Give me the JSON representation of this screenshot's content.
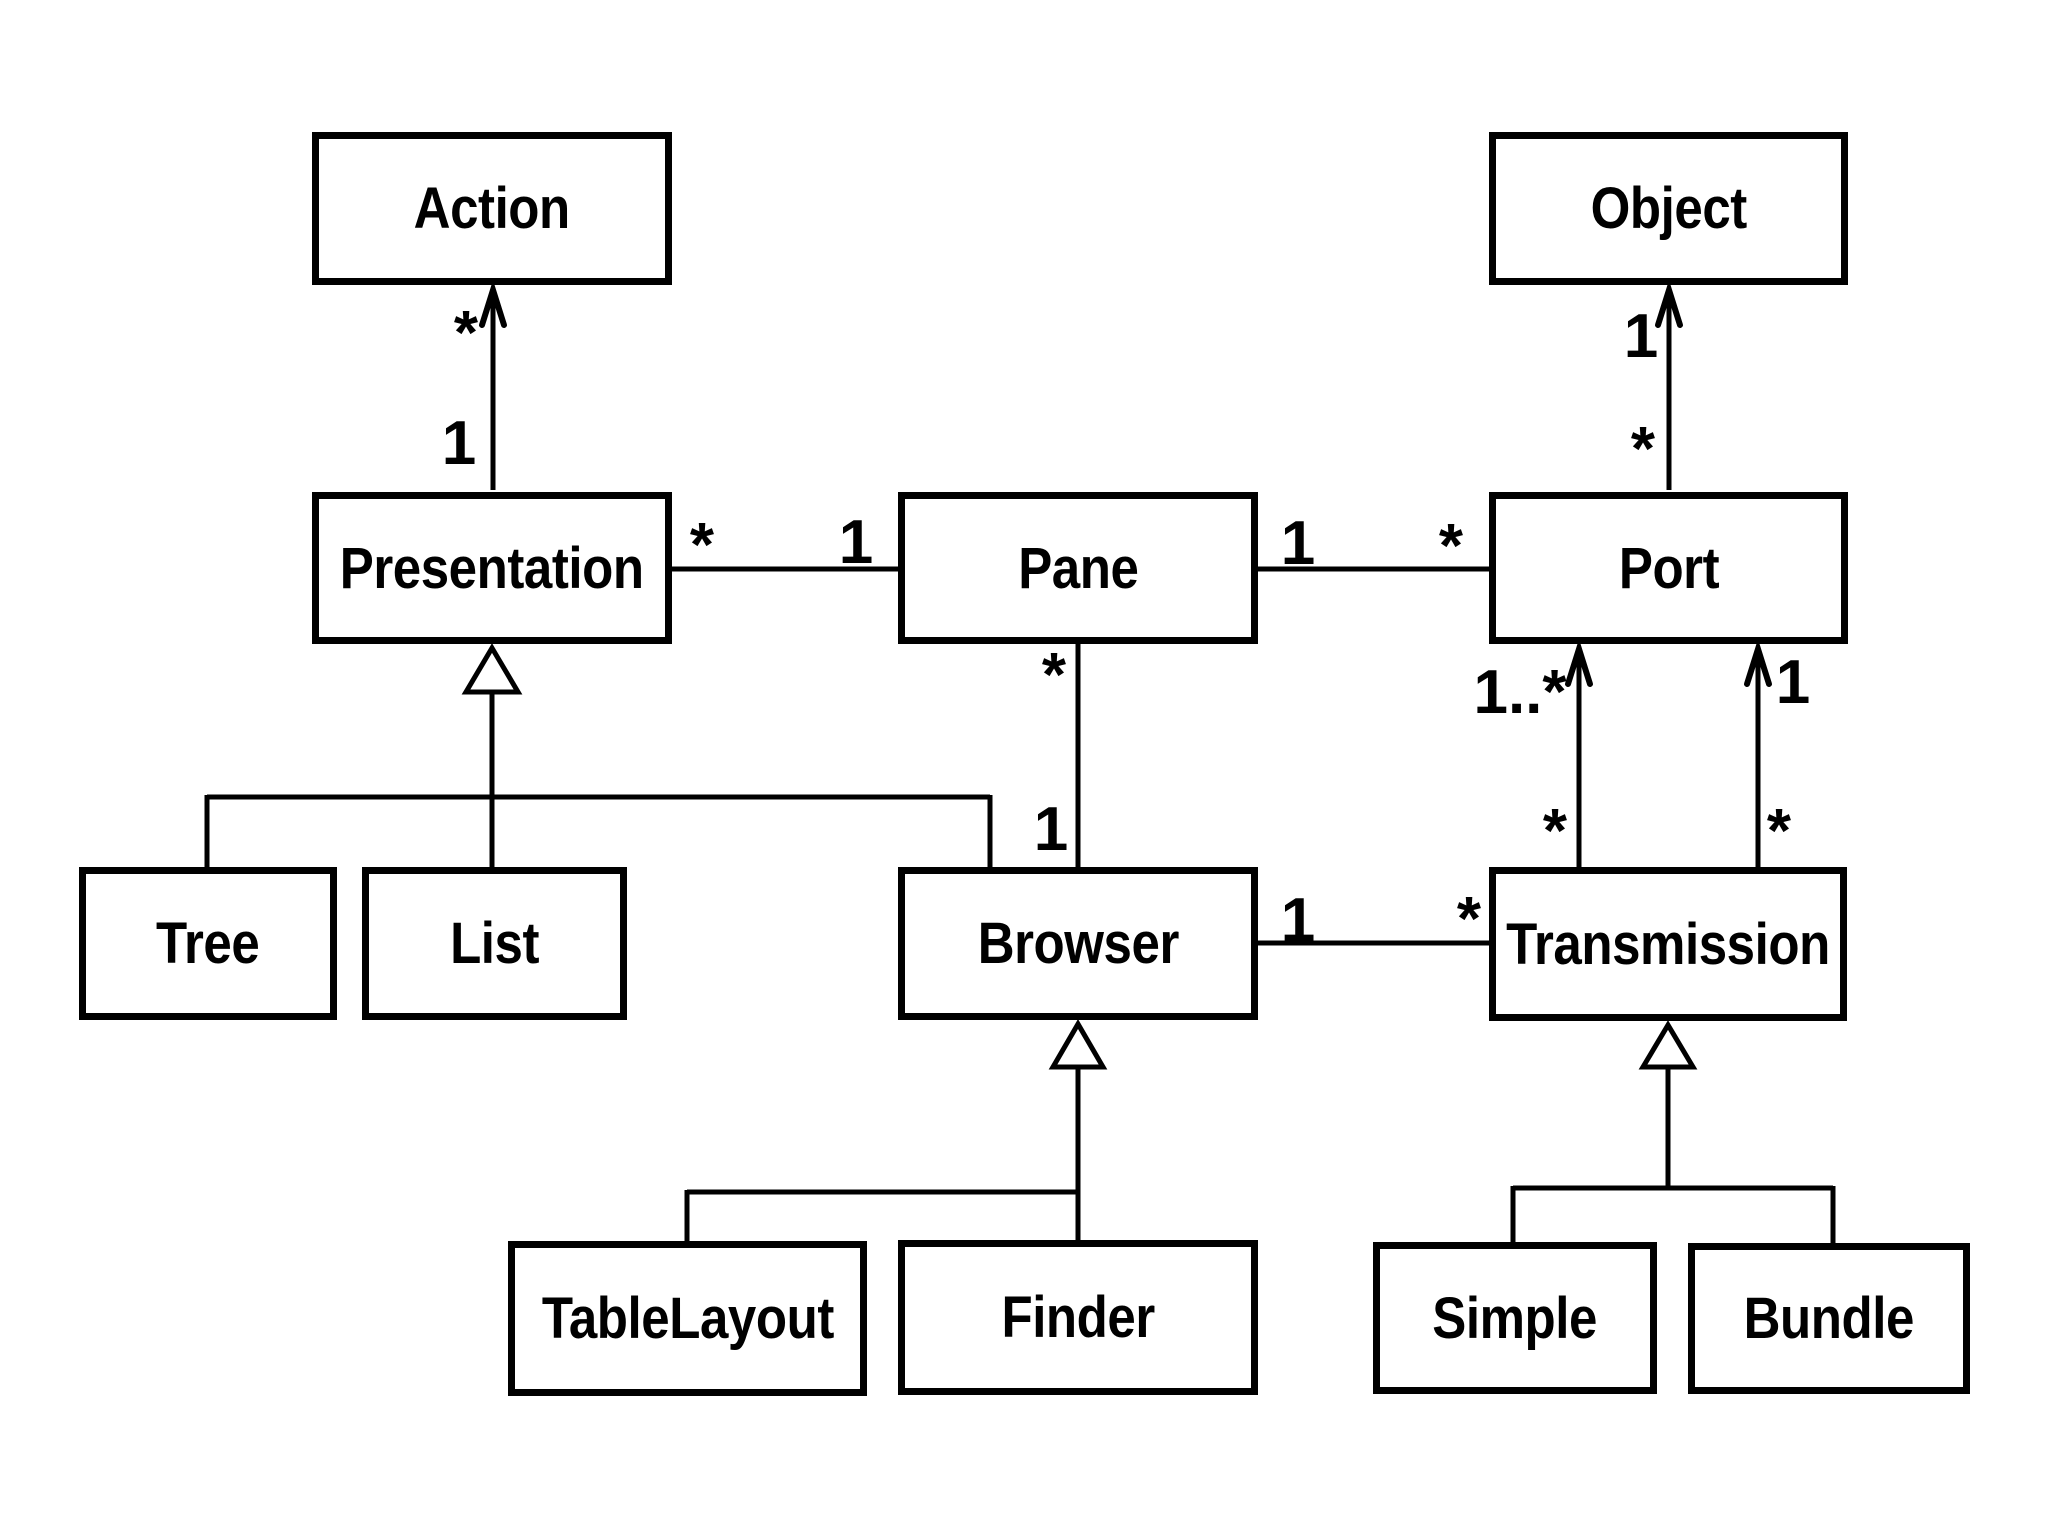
{
  "diagram": {
    "type": "uml-class-diagram",
    "colors": {
      "line": "#000000",
      "background": "#ffffff",
      "box_fill": "#ffffff"
    },
    "classes": [
      {
        "id": "action",
        "label": "Action"
      },
      {
        "id": "object",
        "label": "Object"
      },
      {
        "id": "presentation",
        "label": "Presentation"
      },
      {
        "id": "pane",
        "label": "Pane"
      },
      {
        "id": "port",
        "label": "Port"
      },
      {
        "id": "tree",
        "label": "Tree"
      },
      {
        "id": "list",
        "label": "List"
      },
      {
        "id": "browser",
        "label": "Browser"
      },
      {
        "id": "transmission",
        "label": "Transmission"
      },
      {
        "id": "tablelayout",
        "label": "TableLayout"
      },
      {
        "id": "finder",
        "label": "Finder"
      },
      {
        "id": "simple",
        "label": "Simple"
      },
      {
        "id": "bundle",
        "label": "Bundle"
      }
    ],
    "multiplicities": [
      {
        "text": "*",
        "at": "Action end of Presentation-Action arrow"
      },
      {
        "text": "1",
        "at": "Presentation end of Presentation-Action arrow"
      },
      {
        "text": "1",
        "at": "Object end of Port-Object arrow"
      },
      {
        "text": "*",
        "at": "Port end of Port-Object arrow"
      },
      {
        "text": "*",
        "at": "Presentation end of Presentation-Pane link"
      },
      {
        "text": "1",
        "at": "Pane end of Presentation-Pane link"
      },
      {
        "text": "1",
        "at": "Pane end of Pane-Port link"
      },
      {
        "text": "*",
        "at": "Port end of Pane-Port link"
      },
      {
        "text": "*",
        "at": "Pane end of Pane-Browser link"
      },
      {
        "text": "1",
        "at": "Browser end of Pane-Browser link"
      },
      {
        "text": "1",
        "at": "Browser end of Browser-Transmission link"
      },
      {
        "text": "*",
        "at": "Transmission end of Browser-Transmission link"
      },
      {
        "text": "1..*",
        "at": "Port end of left Transmission-Port arrow"
      },
      {
        "text": "1",
        "at": "Port end of right Transmission-Port arrow"
      },
      {
        "text": "*",
        "at": "Transmission end of left Transmission-Port arrow"
      },
      {
        "text": "*",
        "at": "Transmission end of right Transmission-Port arrow"
      }
    ],
    "relationships": [
      {
        "from": "Presentation",
        "to": "Action",
        "type": "directed-association",
        "from_label": "1",
        "to_label": "*"
      },
      {
        "from": "Port",
        "to": "Object",
        "type": "directed-association",
        "from_label": "*",
        "to_label": "1"
      },
      {
        "from": "Presentation",
        "to": "Pane",
        "type": "association",
        "from_label": "*",
        "to_label": "1"
      },
      {
        "from": "Pane",
        "to": "Port",
        "type": "association",
        "from_label": "1",
        "to_label": "*"
      },
      {
        "from": "Pane",
        "to": "Browser",
        "type": "association",
        "from_label": "*",
        "to_label": "1"
      },
      {
        "from": "Browser",
        "to": "Transmission",
        "type": "association",
        "from_label": "1",
        "to_label": "*"
      },
      {
        "from": "Transmission",
        "to": "Port",
        "type": "directed-association",
        "from_label": "*",
        "to_label": "1..*"
      },
      {
        "from": "Transmission",
        "to": "Port",
        "type": "directed-association",
        "from_label": "*",
        "to_label": "1"
      },
      {
        "from": "Tree",
        "to": "Presentation",
        "type": "inheritance"
      },
      {
        "from": "List",
        "to": "Presentation",
        "type": "inheritance"
      },
      {
        "from": "Browser",
        "to": "Presentation",
        "type": "inheritance"
      },
      {
        "from": "TableLayout",
        "to": "Browser",
        "type": "inheritance"
      },
      {
        "from": "Finder",
        "to": "Browser",
        "type": "inheritance"
      },
      {
        "from": "Simple",
        "to": "Transmission",
        "type": "inheritance"
      },
      {
        "from": "Bundle",
        "to": "Transmission",
        "type": "inheritance"
      }
    ]
  }
}
